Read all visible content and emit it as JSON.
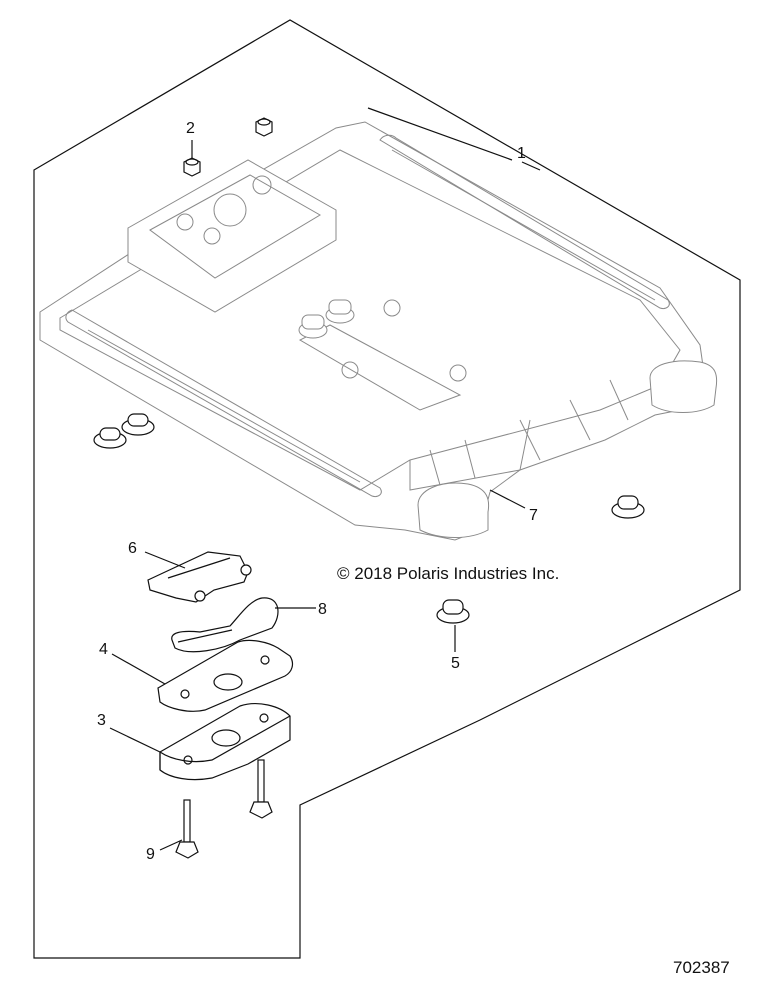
{
  "callouts": [
    "1",
    "2",
    "3",
    "4",
    "5",
    "6",
    "7",
    "8",
    "9"
  ],
  "copyright": "© 2018 Polaris Industries Inc.",
  "drawing_number": "702387"
}
